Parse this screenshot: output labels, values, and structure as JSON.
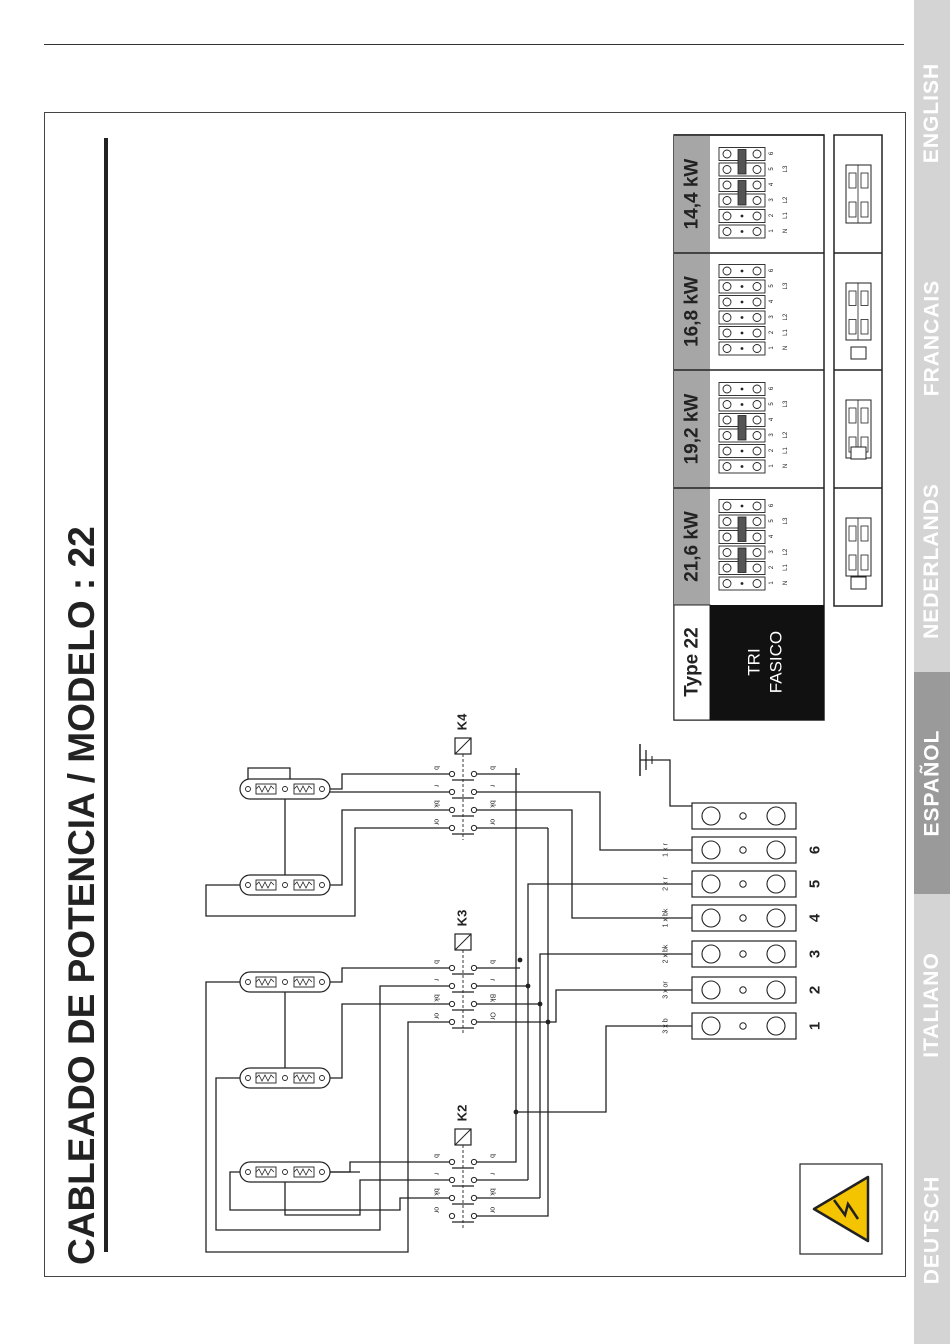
{
  "title": "CABLEADO DE POTENCIA / MODELO : 22",
  "languages": [
    "ENGLISH",
    "FRANCAIS",
    "NEDERLANDS",
    "ESPAÑOL",
    "ITALIANO",
    "DEUTSCH"
  ],
  "active_language": "ESPAÑOL",
  "table": {
    "type_label": "Type 22",
    "phase_line1": "TRI",
    "phase_line2": "FASICO",
    "powers": [
      "21,6 kW",
      "19,2 kW",
      "16,8 kW",
      "14,4 kW"
    ],
    "pin_numbers": [
      "1",
      "2",
      "3",
      "4",
      "5",
      "6"
    ],
    "pin_phases": [
      "N",
      "L1",
      "L2",
      "",
      "L3",
      ""
    ]
  },
  "contactors": [
    "K4",
    "K3",
    "K2"
  ],
  "terminal_numbers": [
    "6",
    "5",
    "4",
    "3",
    "2",
    "1"
  ],
  "terminal_wire_labels": [
    "1 x r",
    "2 x r",
    "1 x bk",
    "2 x bk",
    "3 x or",
    "3 x b"
  ],
  "wire_codes": [
    "b",
    "r",
    "bk",
    "or"
  ],
  "k3_right_codes": [
    "b",
    "r",
    "Bk",
    "Or"
  ],
  "colors": {
    "accent_gray": "#9a9a9a",
    "header_gray": "#a6a6a6",
    "black_cell": "#111111",
    "warning_yellow": "#f5c400"
  }
}
